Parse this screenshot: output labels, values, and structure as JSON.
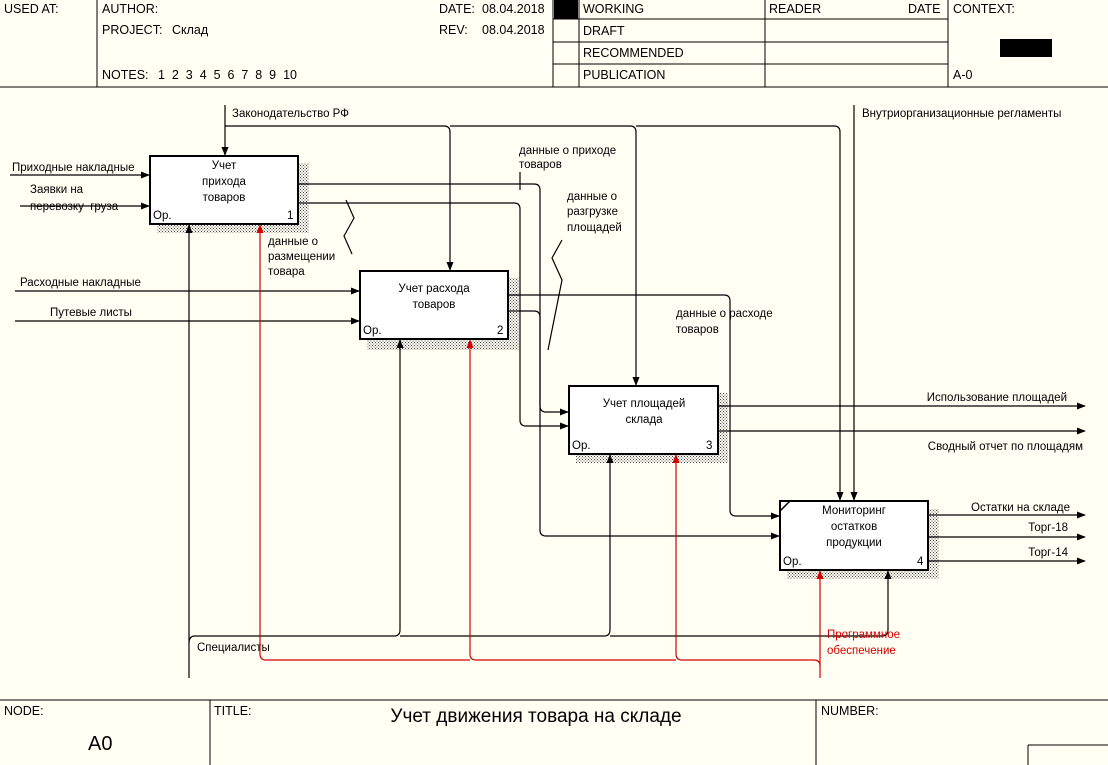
{
  "header": {
    "used_at": "USED AT:",
    "author": "AUTHOR:",
    "project_label": "PROJECT:",
    "project": "Склад",
    "notes_label": "NOTES:",
    "notes_numbers": "1  2  3  4  5  6  7  8  9  10",
    "date_label": "DATE:",
    "date": "08.04.2018",
    "rev_label": "REV:",
    "rev": "08.04.2018",
    "statuses": [
      "WORKING",
      "DRAFT",
      "RECOMMENDED",
      "PUBLICATION"
    ],
    "reader": "READER",
    "reader_date": "DATE",
    "context": "CONTEXT:",
    "context_node": "A-0"
  },
  "footer": {
    "node_label": "NODE:",
    "node": "A0",
    "title_label": "TITLE:",
    "title": "Учет движения товара на складе",
    "number_label": "NUMBER:"
  },
  "boxes": [
    {
      "lines": [
        "Учет",
        "прихода",
        "товаров"
      ],
      "op": "Ор.",
      "num": "1"
    },
    {
      "lines": [
        "Учет расхода",
        "товаров"
      ],
      "op": "Ор.",
      "num": "2"
    },
    {
      "lines": [
        "Учет площадей",
        "склада"
      ],
      "op": "Ор.",
      "num": "3"
    },
    {
      "lines": [
        "Мониторинг",
        "остатков",
        "продукции"
      ],
      "op": "Ор.",
      "num": "4"
    }
  ],
  "arrows": {
    "law": "Законодательство РФ",
    "internal_rules": "Внутриорганизационные регламенты",
    "incoming_invoices": "Приходные накладные",
    "transport_requests_1": "Заявки на",
    "transport_requests_2": "перевозку  груза",
    "outgoing_invoices": "Расходные накладные",
    "waybills": "Путевые листы",
    "placement_1": "данные о",
    "placement_2": "размещении",
    "placement_3": "товара",
    "receipt_1": "данные о приходе",
    "receipt_2": "товаров",
    "unloading_1": "данные о",
    "unloading_2": "разгрузке",
    "unloading_3": "площадей",
    "expense_1": "данные о расходе",
    "expense_2": "товаров",
    "area_usage": "Использование площадей",
    "area_report": "Сводный отчет по площадям",
    "stock_left": "Остатки на складе",
    "torg18": "Торг-18",
    "torg14": "Торг-14",
    "specialists": "Специалисты",
    "software_1": "Программное",
    "software_2": "обеспечение"
  },
  "colors": {
    "background": "#fffff4",
    "mechanism_red": "#d40000",
    "line": "#000000"
  }
}
